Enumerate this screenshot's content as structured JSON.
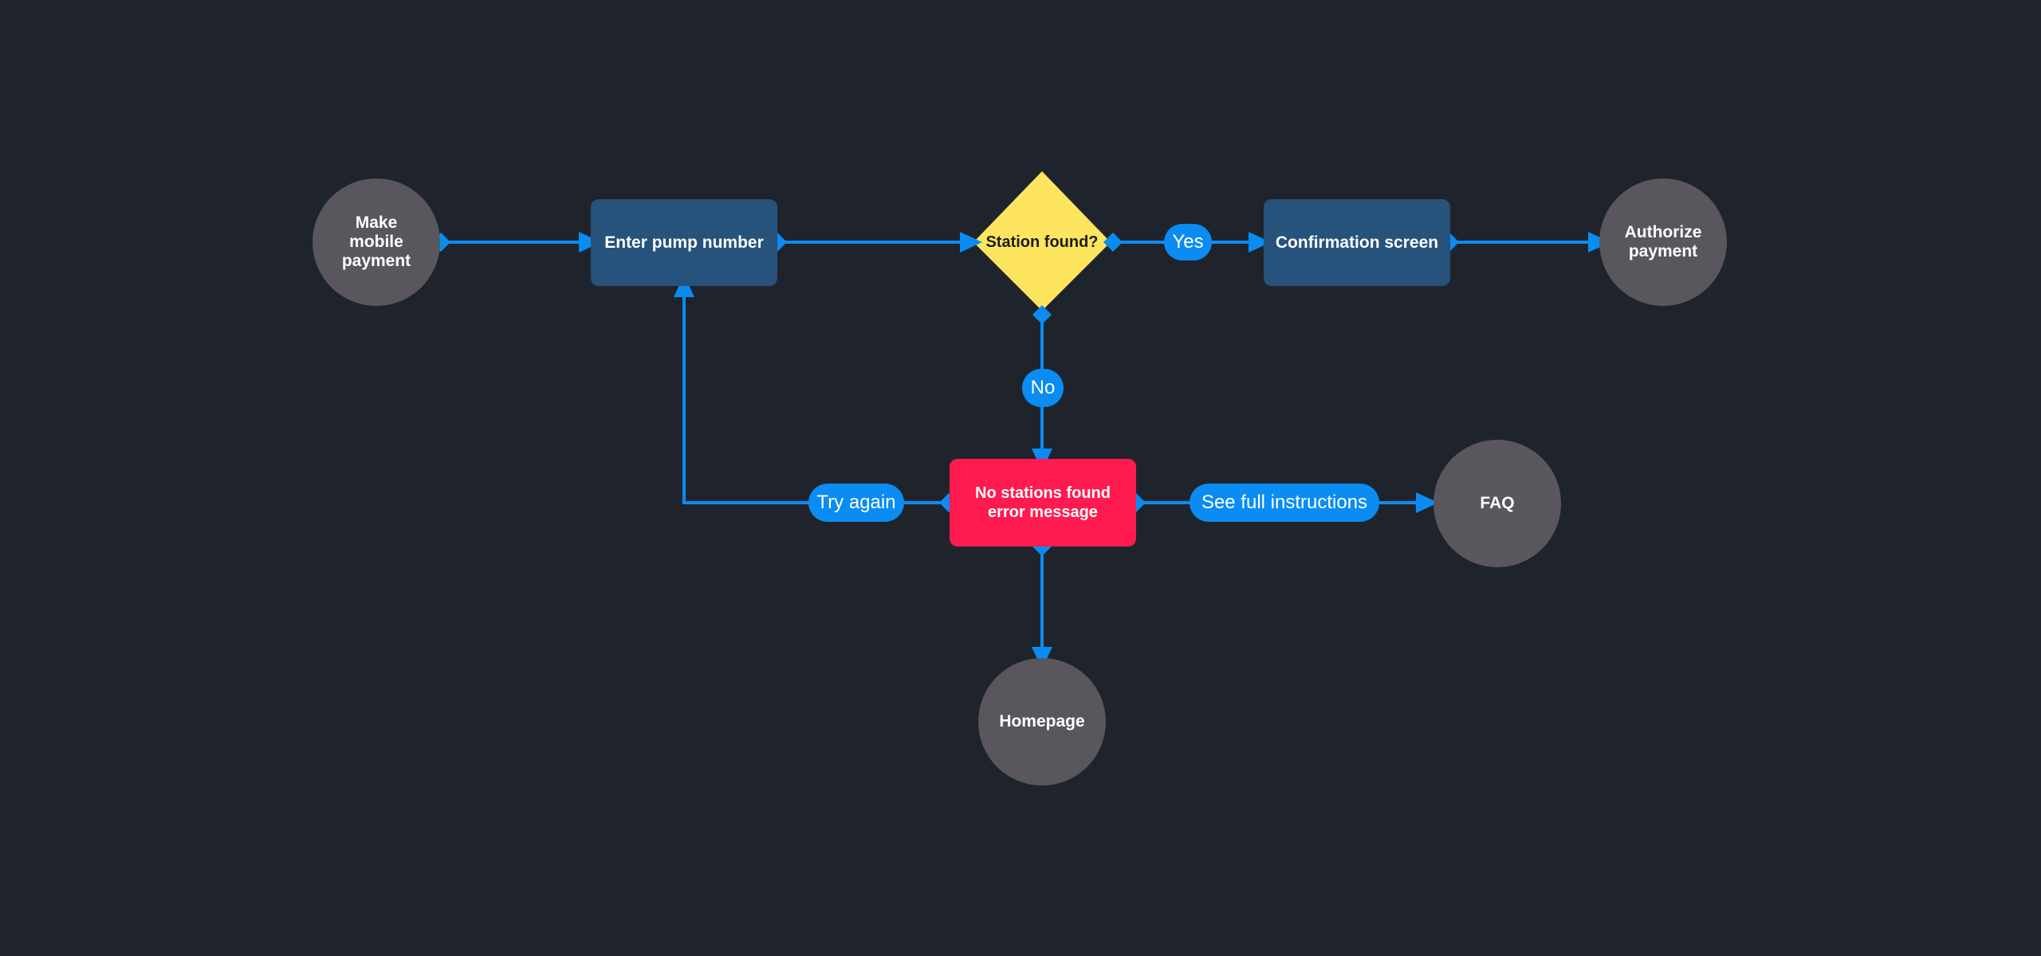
{
  "colors": {
    "background": "#1f242c",
    "connector": "#0a8cf2",
    "terminal_node": "#59575d",
    "process_node": "#27527c",
    "decision_node": "#fde560",
    "error_node": "#ff1a4f"
  },
  "nodes": {
    "make_payment": "Make\nmobile\npayment",
    "enter_pump": "Enter pump number",
    "station_found": "Station found?",
    "confirmation": "Confirmation screen",
    "authorize": "Authorize\npayment",
    "error": "No stations found\nerror message",
    "faq": "FAQ",
    "homepage": "Homepage"
  },
  "edge_labels": {
    "yes": "Yes",
    "no": "No",
    "try_again": "Try again",
    "see_instructions": "See full instructions"
  }
}
